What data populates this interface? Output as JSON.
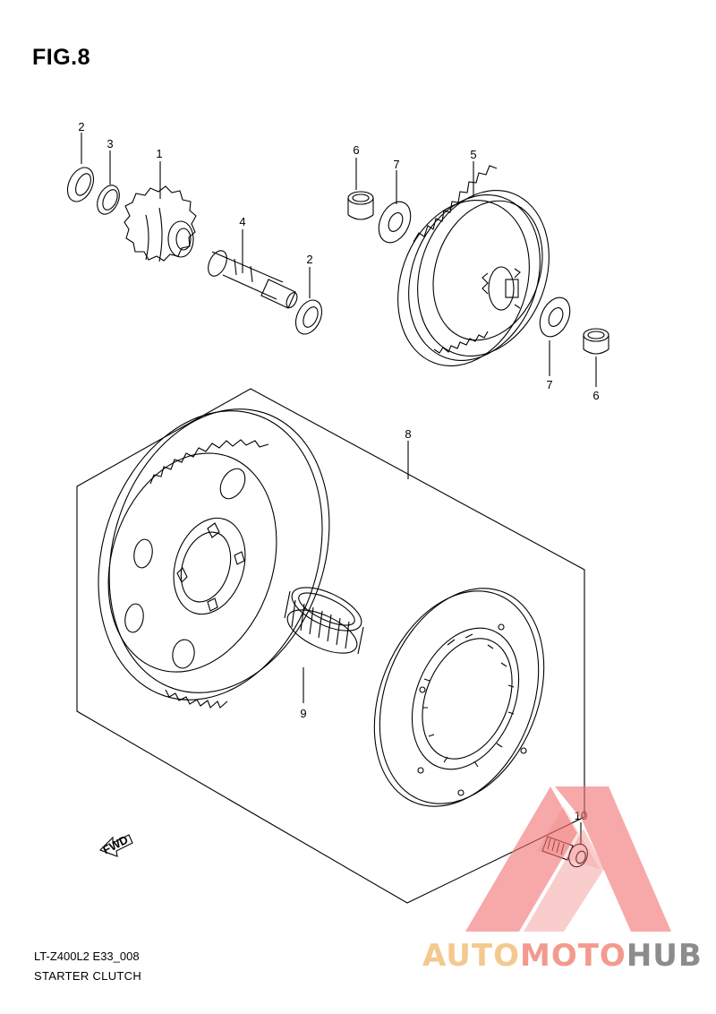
{
  "figure": {
    "title": "FIG.8",
    "code": "LT-Z400L2 E33_008",
    "caption": "STARTER CLUTCH"
  },
  "callouts": [
    "1",
    "2",
    "2",
    "3",
    "4",
    "5",
    "6",
    "6",
    "7",
    "7",
    "8",
    "9",
    "10"
  ],
  "fwd_arrow_label": "FWD",
  "watermark": {
    "part1": "AUTO",
    "part2": "MOTO",
    "part3": "HUB",
    "colors": {
      "auto": "#f4c98e",
      "moto": "#f39a8e",
      "hub": "#8c8c8c",
      "triangle": "#f26f6f"
    }
  }
}
